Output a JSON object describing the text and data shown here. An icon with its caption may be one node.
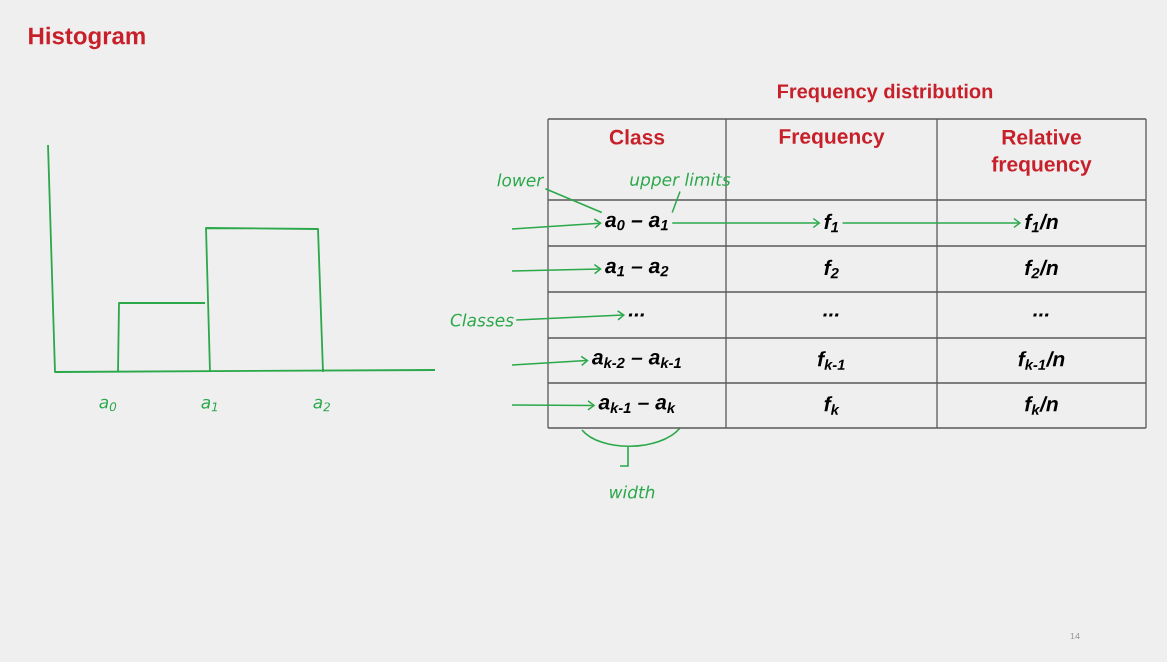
{
  "diagram": {
    "title": "Histogram",
    "nodes": [
      {
        "text": [
          "Class"
        ]
      },
      {
        "text": [
          "Frequency"
        ]
      },
      {
        "text": [
          "Relative frequency"
        ]
      },
      {
        "text": [
          "a$_{0}$ – a$_{1}$"
        ]
      },
      {
        "text": [
          "f$_{1}$"
        ]
      },
      {
        "text": [
          "f$_{1}$/n"
        ]
      },
      {
        "text": [
          "a$_{1}$ – a$_{2}$"
        ]
      },
      {
        "text": [
          "f$_{2}$"
        ]
      },
      {
        "text": [
          "f$_{2}$/n"
        ]
      },
      {
        "text": [
          "..."
        ]
      },
      {
        "text": [
          "..."
        ]
      },
      {
        "text": [
          "..."
        ]
      },
      {
        "text": [
          "a$_{k-2}$ – a$_{k-1}$"
        ]
      },
      {
        "text": [
          "f$_{k-1}$"
        ]
      },
      {
        "text": [
          "f$_{k-1}$/n"
        ]
      },
      {
        "text": [
          "a$_{k-1}$ – a$_{k}$"
        ]
      },
      {
        "text": [
          "f$_{k}$"
        ]
      },
      {
        "text": [
          "f$_{k}$/n"
        ]
      },
      {
        "text": [
          "lower"
        ]
      },
      {
        "text": [
          "upper limits"
        ]
      },
      {
        "text": [
          "Classes"
        ]
      }
    ],
    "edges": [
      {
        "from": null,
        "to": 3,
        "arrow": "to"
      },
      {
        "from": 3,
        "to": 4,
        "arrow": "to"
      },
      {
        "from": 4,
        "to": 5,
        "arrow": "to"
      },
      {
        "from": null,
        "to": 6,
        "arrow": "to"
      },
      {
        "from": 20,
        "to": 9,
        "arrow": "to"
      },
      {
        "from": null,
        "to": 12,
        "arrow": "to"
      },
      {
        "from": null,
        "to": 15,
        "arrow": "to"
      },
      {
        "from": 18,
        "to": 3,
        "arrow": "none"
      },
      {
        "from": 19,
        "to": 3,
        "arrow": "none"
      }
    ],
    "labels": [
      "Frequency distribution",
      "a$_{0}$",
      "a$_{1}$",
      "a$_{2}$",
      "width",
      "14"
    ]
  }
}
